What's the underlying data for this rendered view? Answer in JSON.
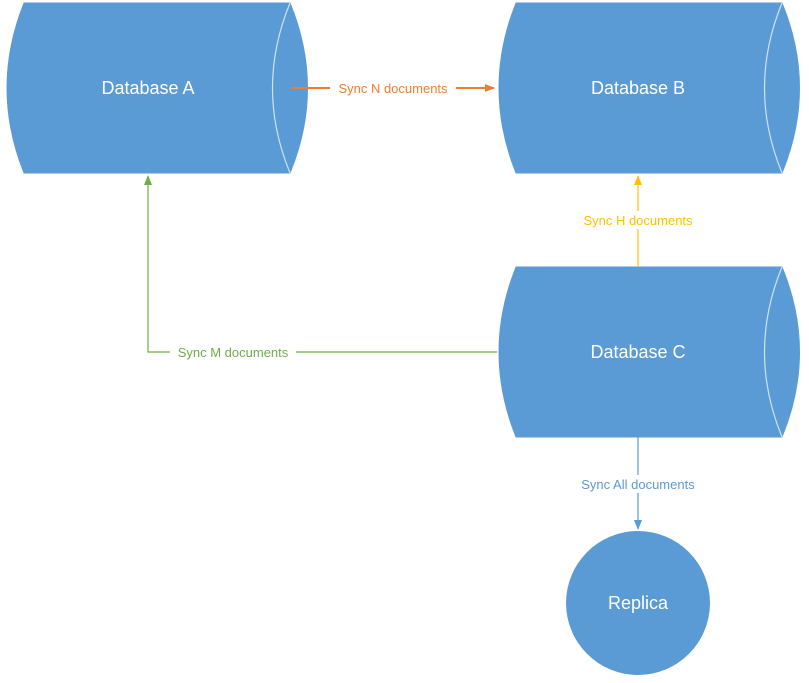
{
  "colors": {
    "node_fill": "#5b9bd5",
    "node_edge": "#cfe0f1",
    "label_bg": "#ffffff",
    "edge_orange": "#ed7d31",
    "edge_gold": "#ffc000",
    "edge_green": "#70ad47",
    "edge_blue": "#5b9bd5"
  },
  "nodes": {
    "database_a": {
      "label": "Database A",
      "shape": "horizontal-cylinder"
    },
    "database_b": {
      "label": "Database B",
      "shape": "horizontal-cylinder"
    },
    "database_c": {
      "label": "Database C",
      "shape": "horizontal-cylinder"
    },
    "replica": {
      "label": "Replica",
      "shape": "circle"
    }
  },
  "edges": {
    "a_to_b": {
      "label": "Sync N documents",
      "from": "Database A",
      "to": "Database B"
    },
    "c_to_b": {
      "label": "Sync H documents",
      "from": "Database C",
      "to": "Database B"
    },
    "c_to_a": {
      "label": "Sync M documents",
      "from": "Database C",
      "to": "Database A"
    },
    "c_to_replica": {
      "label": "Sync All documents",
      "from": "Database C",
      "to": "Replica"
    }
  }
}
